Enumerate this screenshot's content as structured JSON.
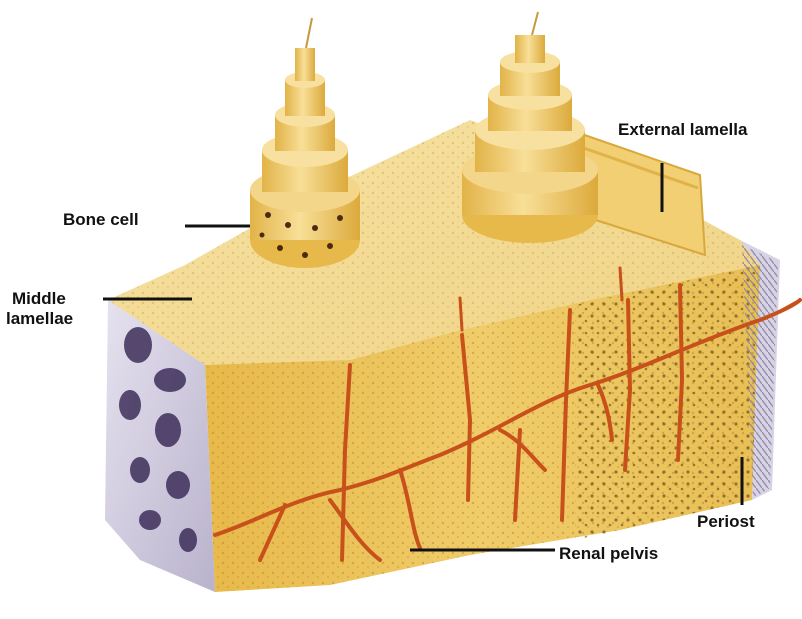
{
  "labels": {
    "external_lamella": "External lamella",
    "bone_cell": "Bone cell",
    "middle_lamellae_line1": "Middle",
    "middle_lamellae_line2": "lamellae",
    "periost": "Periost",
    "renal_pelvis": "Renal pelvis"
  },
  "colors": {
    "bone_light": "#f3d98a",
    "bone_mid": "#e9c15c",
    "bone_dark": "#d9a83a",
    "vessel": "#c8501a",
    "spongy": "#c9c3d8",
    "label_text": "#111111"
  }
}
